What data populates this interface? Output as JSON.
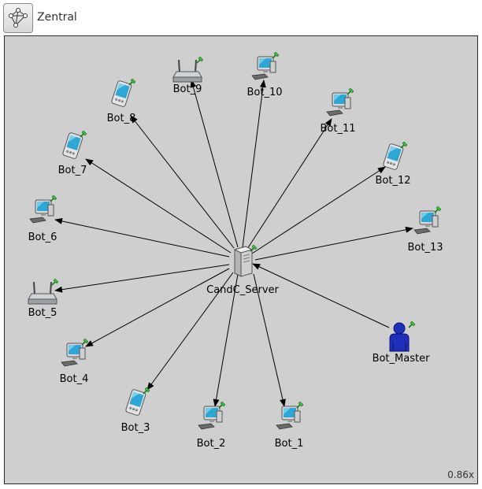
{
  "window": {
    "title": "Zentral",
    "icon": "network-graph-icon"
  },
  "canvas": {
    "zoom": "0.86x",
    "background": "#cfcfcf"
  },
  "nodes": {
    "server": {
      "label": "CandC_Server",
      "icon": "server-icon"
    },
    "bot_master": {
      "label": "Bot_Master",
      "icon": "user-icon"
    },
    "bot_1": {
      "label": "Bot_1",
      "icon": "desktop-icon"
    },
    "bot_2": {
      "label": "Bot_2",
      "icon": "desktop-icon"
    },
    "bot_3": {
      "label": "Bot_3",
      "icon": "pda-icon"
    },
    "bot_4": {
      "label": "Bot_4",
      "icon": "desktop-icon"
    },
    "bot_5": {
      "label": "Bot_5",
      "icon": "router-icon"
    },
    "bot_6": {
      "label": "Bot_6",
      "icon": "desktop-icon"
    },
    "bot_7": {
      "label": "Bot_7",
      "icon": "pda-icon"
    },
    "bot_8": {
      "label": "Bot_8",
      "icon": "pda-icon"
    },
    "bot_9": {
      "label": "Bot_9",
      "icon": "router-icon"
    },
    "bot_10": {
      "label": "Bot_10",
      "icon": "desktop-icon"
    },
    "bot_11": {
      "label": "Bot_11",
      "icon": "desktop-icon"
    },
    "bot_12": {
      "label": "Bot_12",
      "icon": "pda-icon"
    },
    "bot_13": {
      "label": "Bot_13",
      "icon": "desktop-icon"
    }
  }
}
